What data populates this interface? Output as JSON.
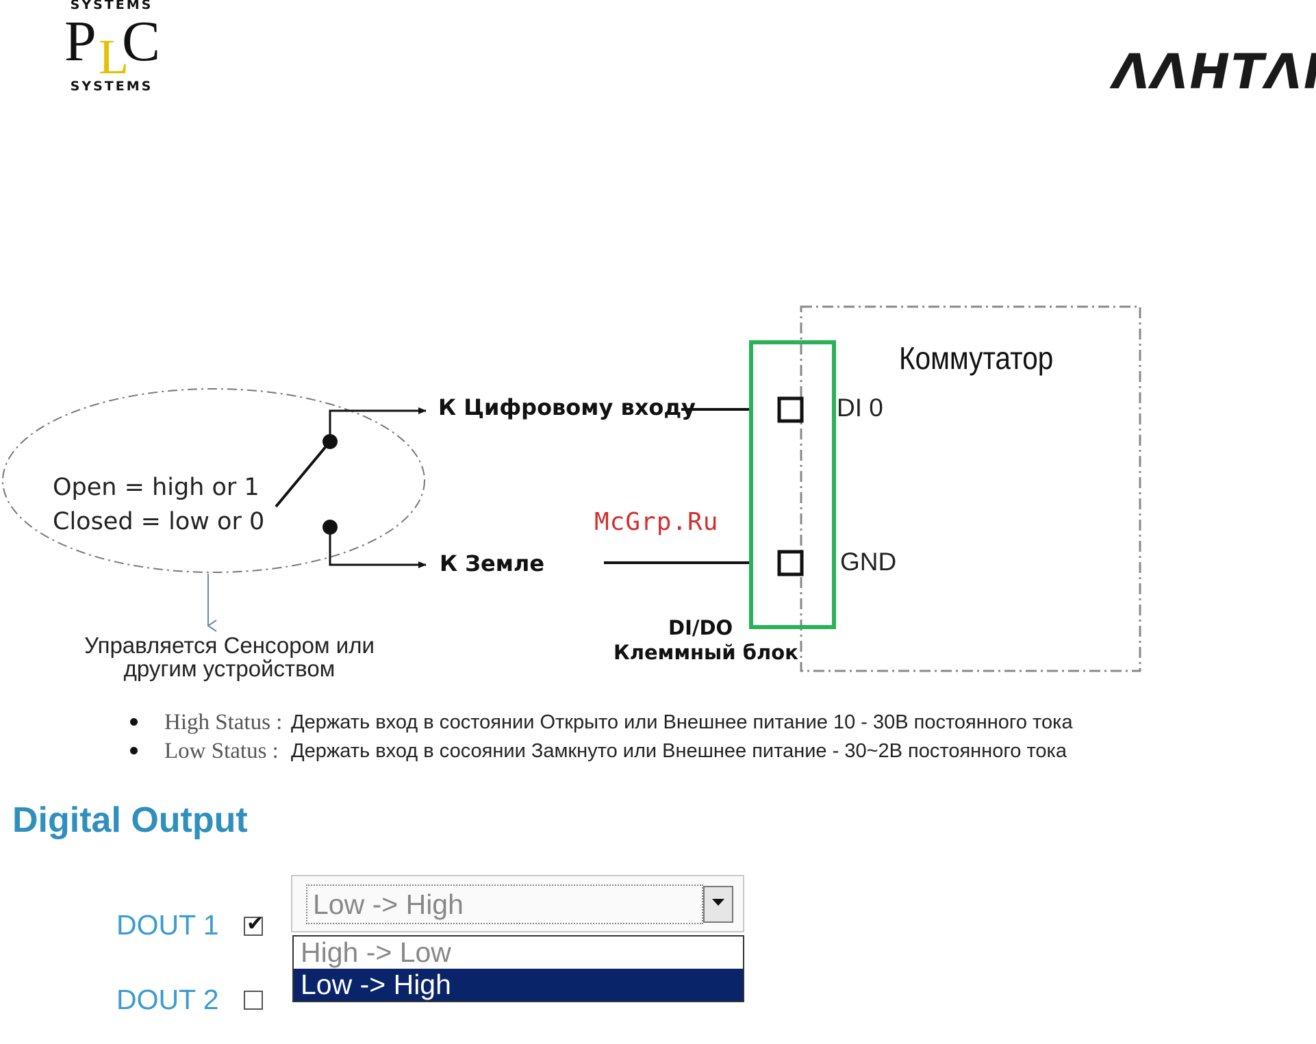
{
  "logos": {
    "plc": {
      "top": "SYSTEMS",
      "p": "P",
      "l": "L",
      "c": "C",
      "bottom": "SYSTEMS"
    },
    "lantan": "ΛΛΗΤΛΗ"
  },
  "diagram": {
    "switch_title": "Коммутатор",
    "digital_input_label": "К Цифровому входу",
    "ground_label": "К Земле",
    "pin_di0": "DI 0",
    "pin_gnd": "GND",
    "terminal_line1": "DI/DO",
    "terminal_line2": "Клеммный блок",
    "open_state": "Open = high or 1",
    "closed_state": "Closed = low or 0",
    "controlled_line1": "Управляется Сенсором или",
    "controlled_line2": "другим устройством",
    "watermark": "McGrp.Ru"
  },
  "status": [
    {
      "key": "High Status :",
      "value": "Держать вход в состоянии Открыто или Внешнее питание 10 - 30В постоянного тока"
    },
    {
      "key": "Low Status :",
      "value": "Держать вход в сосоянии Замкнуто или Внешнее питание - 30~2В постоянного тока"
    }
  ],
  "digital_output": {
    "heading": "Digital Output",
    "dout1": {
      "label": "DOUT 1",
      "checked": true,
      "check_glyph": "✔"
    },
    "dout2": {
      "label": "DOUT 2",
      "checked": false
    },
    "select": {
      "value": "Low -> High",
      "options": [
        "High -> Low",
        "Low -> High"
      ],
      "selected_index": 1
    }
  },
  "colors": {
    "accent_blue": "#2f8fbd",
    "label_blue": "#3a9bd0",
    "terminal_green": "#2bb15a",
    "selection_navy": "#0a246a",
    "watermark_red": "#d32f2f"
  }
}
